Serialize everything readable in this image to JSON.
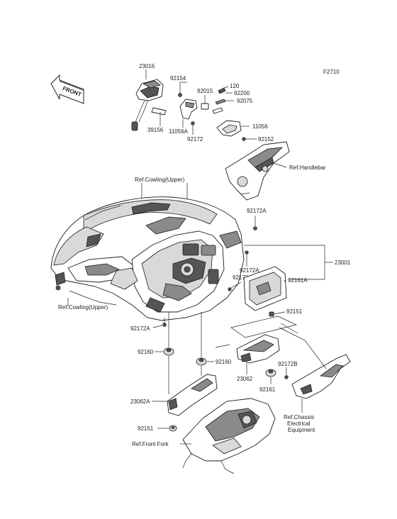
{
  "figure_code": "F2710",
  "front_marker": "FRONT",
  "labels": {
    "p23016": "23016",
    "p92154": "92154",
    "p120": "120",
    "p92015": "92015",
    "p92200": "92200",
    "p92075": "92075",
    "p39156": "39156",
    "p11056A": "11056A",
    "p92172_top": "92172",
    "p11056": "11056",
    "p92152": "92152",
    "ref_handlebar": "Ref.Handlebar",
    "ref_cowling_upper_top": "Ref.Cowling(Upper)",
    "p92172A_a": "92172A",
    "p23001": "23001",
    "p92172A_b": "92172A",
    "p92172A_c": "92172A",
    "p92161A": "92161A",
    "ref_cowling_upper_left": "Ref.Cowling(Upper)",
    "p92151_a": "92151",
    "p92172A_d": "92172A",
    "p92160_a": "92160",
    "p92160_b": "92160",
    "p92172B": "92172B",
    "p23062": "23062",
    "p92161": "92161",
    "p23062A": "23062A",
    "ref_chassis_1": "Ref.Chassis",
    "ref_chassis_2": "Electrical",
    "ref_chassis_3": "Equipment",
    "p92151_b": "92151",
    "ref_front_fork": "Ref.Front Fork"
  },
  "colors": {
    "line": "#222222",
    "part_fill": "#ffffff",
    "shade_dark": "#555555",
    "shade_mid": "#8a8a8a",
    "shade_light": "#d9d9d9"
  }
}
